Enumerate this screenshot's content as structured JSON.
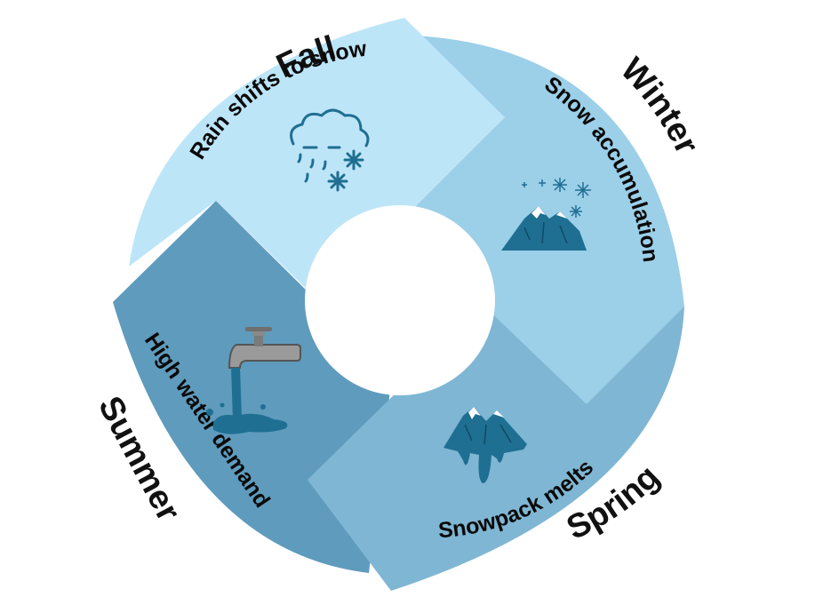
{
  "cycle": {
    "segments": [
      {
        "season": "Fall",
        "phase": "Rain shifts to snow",
        "color": "#bde5f8",
        "icon": "cloud-rain-snow-icon"
      },
      {
        "season": "Winter",
        "phase": "Snow accumulation",
        "color": "#9ccfe8",
        "icon": "snowy-mountain-icon"
      },
      {
        "season": "Spring",
        "phase": "Snowpack melts",
        "color": "#7fb6d3",
        "icon": "melting-mountain-icon"
      },
      {
        "season": "Summer",
        "phase": "High water demand",
        "color": "#5f9bbd",
        "icon": "running-faucet-icon"
      }
    ],
    "icon_color": "#1f6f92"
  }
}
